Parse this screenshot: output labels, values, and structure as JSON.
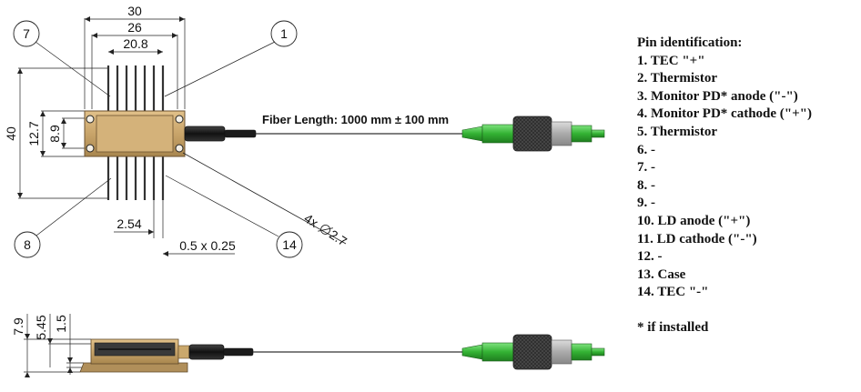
{
  "drawing": {
    "dimensions": {
      "width_overall": "30",
      "width_mid": "26",
      "width_pins": "20.8",
      "height_overall": "40",
      "height_body": "12.7",
      "height_holes": "8.9",
      "pin_pitch": "2.54",
      "pin_section": "0.5 x 0.25",
      "hole_prefix": "4x",
      "hole_diameter": "2.7",
      "side_height_total": "7.9",
      "side_height_mid": "5.45",
      "side_height_flange": "1.5"
    },
    "callouts": [
      "7",
      "1",
      "8",
      "14"
    ],
    "fiber_length_label": "Fiber Length: 1000 mm ± 100 mm",
    "colors": {
      "package_body": "#c8a46a",
      "connector_green": "#33b233",
      "connector_nut": "#4a4a4a",
      "line": "#222222"
    }
  },
  "pin_identification": {
    "title": "Pin identification:",
    "pins": [
      "1.  TEC \"+\"",
      "2.  Thermistor",
      "3.  Monitor PD* anode (\"-\")",
      "4.  Monitor PD* cathode (\"+\")",
      "5.  Thermistor",
      "6.   -",
      "7.   -",
      "8.   -",
      "9.   -",
      "10. LD anode (\"+\")",
      "11. LD cathode (\"-\")",
      "12.  -",
      "13. Case",
      "14. TEC \"-\""
    ],
    "footnote": "* if installed"
  }
}
